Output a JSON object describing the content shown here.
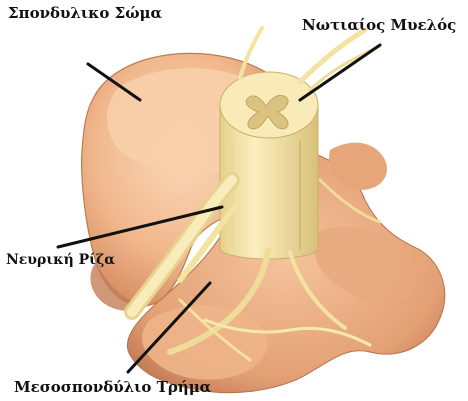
{
  "labels": {
    "vertebral_body": "Σπονδυλικο Σώμα",
    "spinal_cord": "Νωτιαίος Μυελός",
    "nerve_root": "Νευρική Ρίζα",
    "intervertebral_foramen": "Μεσοσπονδύλιο Τρήμα"
  },
  "colors": {
    "bone_light": "#f6c9a2",
    "bone_mid": "#e7a67a",
    "bone_shadow": "#c97c55",
    "nerve": "#f7e7a8",
    "nerve_shadow": "#d8c27c",
    "leader_line": "#111111"
  }
}
